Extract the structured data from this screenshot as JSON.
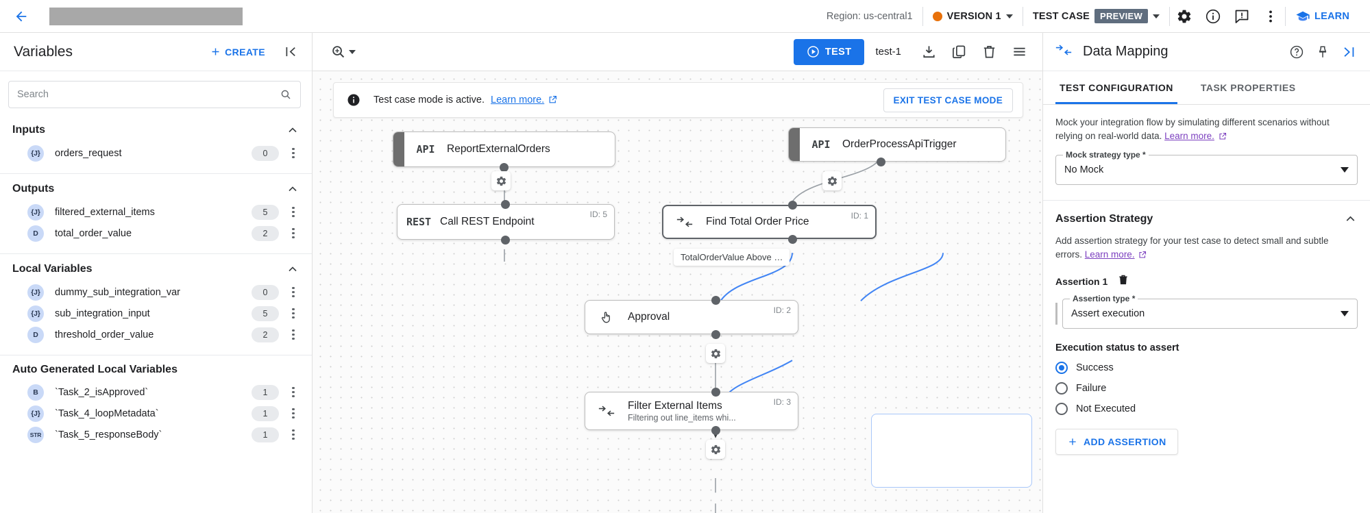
{
  "topbar": {
    "back_icon": "back-arrow-icon",
    "region": "Region: us-central1",
    "version_label": "VERSION 1",
    "test_case_label": "TEST CASE",
    "preview_chip": "PREVIEW",
    "settings_icon": "gear-icon",
    "info_icon": "info-icon",
    "feedback_icon": "feedback-icon",
    "more_icon": "more-vert-icon",
    "learn_label": "LEARN",
    "accent_blue": "#1a73e8",
    "version_dot_color": "#e8710a",
    "preview_chip_color": "#5f6d7e"
  },
  "sidebar": {
    "title": "Variables",
    "create_label": "CREATE",
    "collapse_icon": "collapse-panel-icon",
    "search_placeholder": "Search",
    "search_value": "",
    "search_icon": "search-icon",
    "filter_icon": "sort-filter-icon",
    "sections": [
      {
        "title": "Inputs",
        "items": [
          {
            "type": "{J}",
            "name": "orders_request",
            "count": "0"
          }
        ]
      },
      {
        "title": "Outputs",
        "items": [
          {
            "type": "{J}",
            "name": "filtered_external_items",
            "count": "5"
          },
          {
            "type": "D",
            "name": "total_order_value",
            "count": "2"
          }
        ]
      },
      {
        "title": "Local Variables",
        "items": [
          {
            "type": "{J}",
            "name": "dummy_sub_integration_var",
            "count": "0"
          },
          {
            "type": "{J}",
            "name": "sub_integration_input",
            "count": "5"
          },
          {
            "type": "D",
            "name": "threshold_order_value",
            "count": "2"
          }
        ]
      },
      {
        "title": "Auto Generated Local Variables",
        "items": [
          {
            "type": "B",
            "name": "`Task_2_isApproved`",
            "count": "1"
          },
          {
            "type": "{J}",
            "name": "`Task_4_loopMetadata`",
            "count": "1"
          },
          {
            "type": "STR",
            "name": "`Task_5_responseBody`",
            "count": "1"
          }
        ]
      }
    ]
  },
  "canvas_toolbar": {
    "zoom_icon": "zoom-search-icon",
    "test_label": "TEST",
    "play_icon": "play-circle-icon",
    "test_case_name": "test-1",
    "download_icon": "download-icon",
    "copy_icon": "copy-icon",
    "delete_icon": "trash-icon",
    "menu_icon": "hamburger-menu-icon"
  },
  "canvas": {
    "banner": {
      "info_icon": "info-icon",
      "text": "Test case mode is active.",
      "link": "Learn more.",
      "exit_button": "EXIT TEST CASE MODE"
    },
    "nodes": [
      {
        "id": "report-external-orders",
        "kind": "trigger",
        "icon": "API",
        "title": "ReportExternalOrders",
        "subtitle": "",
        "task_id": "",
        "selected": false
      },
      {
        "id": "order-process-api-trigger",
        "kind": "trigger",
        "icon": "API",
        "title": "OrderProcessApiTrigger",
        "subtitle": "",
        "task_id": "",
        "selected": false
      },
      {
        "id": "call-rest-endpoint",
        "kind": "task",
        "icon": "REST",
        "title": "Call REST Endpoint",
        "subtitle": "",
        "task_id": "ID: 5",
        "selected": false
      },
      {
        "id": "find-total-order-price",
        "kind": "task",
        "icon": "data-mapping-glyph",
        "title": "Find Total Order Price",
        "subtitle": "",
        "task_id": "ID: 1",
        "selected": true
      },
      {
        "id": "approval",
        "kind": "task",
        "icon": "hand-approval-glyph",
        "title": "Approval",
        "subtitle": "",
        "task_id": "ID: 2",
        "selected": false
      },
      {
        "id": "filter-external-items",
        "kind": "task",
        "icon": "data-mapping-glyph",
        "title": "Filter External Items",
        "subtitle": "Filtering out line_items whi...",
        "task_id": "ID: 3",
        "selected": false
      }
    ],
    "edge_label": "TotalOrderValue Above …",
    "edge_color": "#4285f4"
  },
  "right_panel": {
    "header_icon": "data-mapping-icon",
    "title": "Data Mapping",
    "help_icon": "help-circle-icon",
    "pin_icon": "pin-icon",
    "expand_icon": "expand-panel-icon",
    "tabs": [
      {
        "label": "TEST CONFIGURATION",
        "active": true
      },
      {
        "label": "TASK PROPERTIES",
        "active": false
      }
    ],
    "mock_desc": "Mock your integration flow by simulating different scenarios without relying on real-world data.",
    "mock_link": "Learn more.",
    "mock_field_label": "Mock strategy type *",
    "mock_field_value": "No Mock",
    "assertion_section": {
      "title": "Assertion Strategy",
      "desc": "Add assertion strategy for your test case to detect small and subtle errors.",
      "link": "Learn more.",
      "assertion_label": "Assertion 1",
      "delete_icon": "trash-icon",
      "type_field_label": "Assertion type *",
      "type_field_value": "Assert execution",
      "status_label": "Execution status to assert",
      "radios": [
        {
          "label": "Success",
          "selected": true
        },
        {
          "label": "Failure",
          "selected": false
        },
        {
          "label": "Not Executed",
          "selected": false
        }
      ],
      "add_button": "ADD ASSERTION"
    }
  }
}
